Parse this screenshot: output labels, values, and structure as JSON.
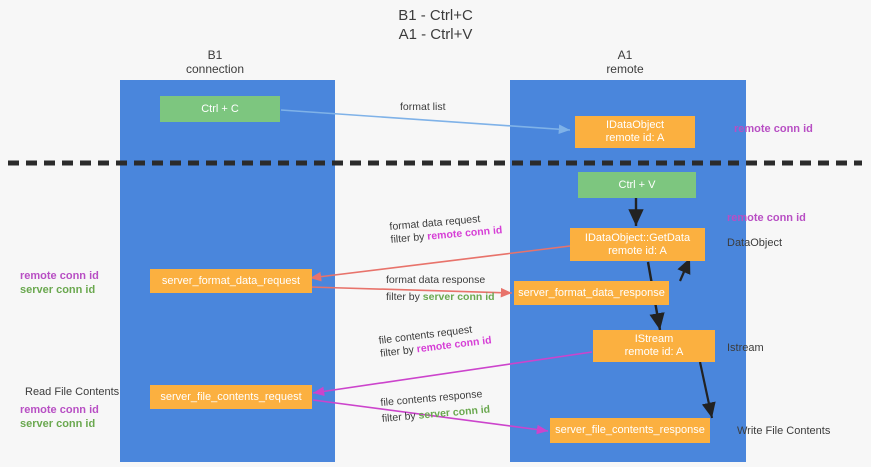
{
  "title": {
    "line1": "B1 - Ctrl+C",
    "line2": "A1 - Ctrl+V"
  },
  "colors": {
    "lane": "#4a86dc",
    "node_orange": "#fbb040",
    "node_green": "#7dc67f",
    "remote_conn_id": "#b84fc4",
    "server_conn_id": "#6aa84f",
    "divider": "#2b2b2b",
    "arrow_blue": "#7fb2e8",
    "arrow_red": "#e8736b",
    "arrow_magenta": "#cc44cc",
    "arrow_black": "#222222",
    "background": "#f7f7f7",
    "text": "#3c3c3c"
  },
  "columns": {
    "left": {
      "name": "B1",
      "role": "connection"
    },
    "right": {
      "name": "A1",
      "role": "remote"
    }
  },
  "nodes": {
    "ctrl_c": {
      "label": "Ctrl + C"
    },
    "ctrl_v": {
      "label": "Ctrl + V"
    },
    "idataobject": {
      "line1": "IDataObject",
      "line2": "remote id: A"
    },
    "getdata": {
      "line1": "IDataObject::GetData",
      "line2": "remote id: A"
    },
    "istream": {
      "line1": "IStream",
      "line2": "remote id: A"
    },
    "server_format_data_request": {
      "label": "server_format_data_request"
    },
    "server_format_data_response": {
      "label": "server_format_data_response"
    },
    "server_file_contents_request": {
      "label": "server_file_contents_request"
    },
    "server_file_contents_response": {
      "label": "server_file_contents_response"
    }
  },
  "edges": {
    "format_list": {
      "label": "format list"
    },
    "format_data_request": {
      "label": "format data request",
      "filter_prefix": "filter by ",
      "filter_key": "remote conn id"
    },
    "format_data_response": {
      "label": "format data response",
      "filter_prefix": "filter by ",
      "filter_key": "server conn id"
    },
    "file_contents_request": {
      "label": "file contents request",
      "filter_prefix": "filter by ",
      "filter_key": "remote conn id"
    },
    "file_contents_response": {
      "label": "file contents response",
      "filter_prefix": "filter by ",
      "filter_key": "server conn id"
    }
  },
  "annotations": {
    "right_remote_top": "remote conn id",
    "right_remote_mid": "remote conn id",
    "right_dataobject": "DataObject",
    "right_istream": "Istream",
    "right_write_file_contents": "Write File Contents",
    "left_remote_conn_id": "remote conn id",
    "left_server_conn_id": "server conn id",
    "left_read_file_contents": "Read File Contents",
    "left_remote_conn_id_2": "remote conn id",
    "left_server_conn_id_2": "server conn id"
  }
}
